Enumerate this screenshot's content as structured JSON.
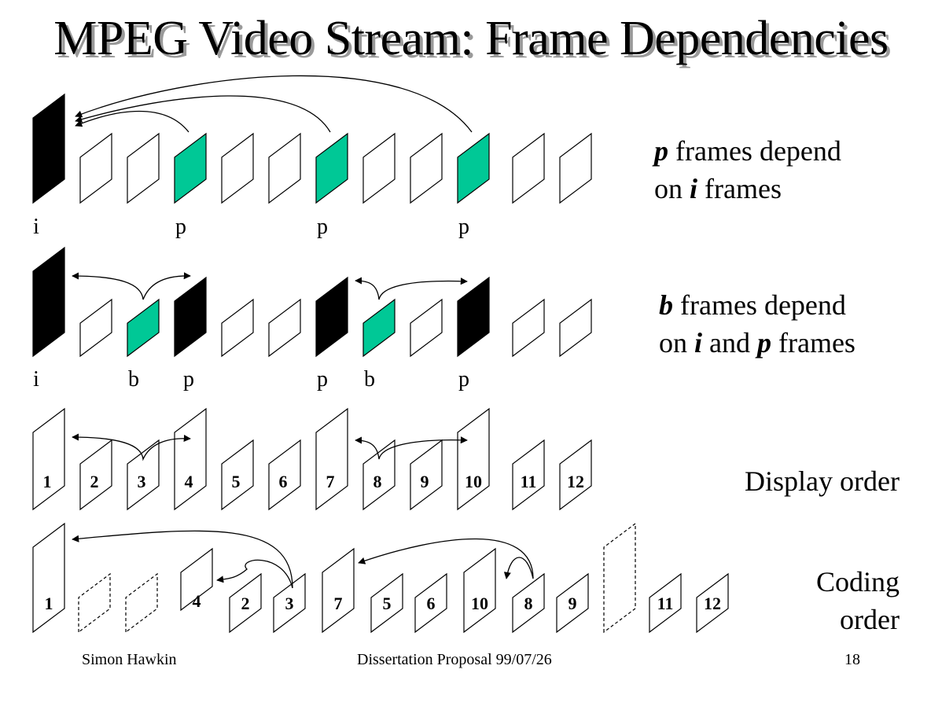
{
  "title": "MPEG Video Stream: Frame Dependencies",
  "colors": {
    "teal": "#00c896",
    "black": "#000000",
    "white": "#ffffff"
  },
  "rows": {
    "p_deps": {
      "desc_bold1": "p",
      "desc_text1": " frames depend",
      "desc_text2": "on ",
      "desc_bold2": "i",
      "desc_text3": " frames",
      "labels": [
        "i",
        "p",
        "p",
        "p"
      ]
    },
    "b_deps": {
      "desc_bold1": "b",
      "desc_text1": " frames depend",
      "desc_text2": "on ",
      "desc_bold2": "i",
      "desc_text3": " and ",
      "desc_bold3": "p",
      "desc_text4": " frames",
      "labels": [
        "i",
        "b",
        "p",
        "p",
        "b",
        "p"
      ]
    },
    "display": {
      "caption": "Display order",
      "frames": [
        "1",
        "2",
        "3",
        "4",
        "5",
        "6",
        "7",
        "8",
        "9",
        "10",
        "11",
        "12"
      ]
    },
    "coding": {
      "caption_line1": "Coding",
      "caption_line2": "order",
      "frames": [
        "1",
        "4",
        "2",
        "3",
        "7",
        "5",
        "6",
        "10",
        "8",
        "9",
        "11",
        "12"
      ]
    }
  },
  "footer": {
    "author": "Simon Hawkin",
    "center": "Dissertation Proposal 99/07/26",
    "page": "18"
  }
}
